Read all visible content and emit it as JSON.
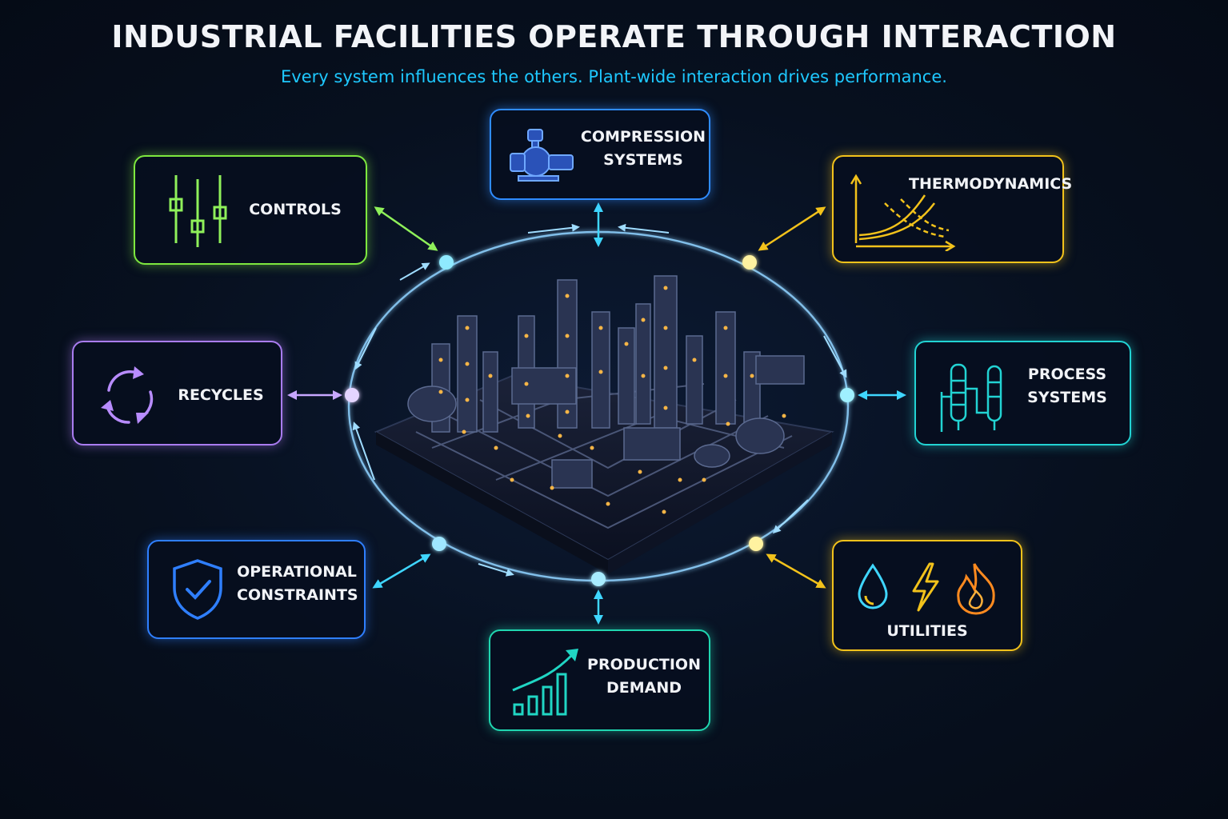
{
  "header": {
    "title": "INDUSTRIAL FACILITIES OPERATE THROUGH INTERACTION",
    "subtitle": "Every system influences the others.  Plant-wide interaction drives performance."
  },
  "nodes": {
    "compression": {
      "label": "COMPRESSION\nSYSTEMS",
      "color": "#2f8cff",
      "icon": "compressor-icon"
    },
    "controls": {
      "label": "CONTROLS",
      "color": "#7ee83f",
      "icon": "sliders-icon"
    },
    "thermodynamics": {
      "label": "THERMODYNAMICS",
      "color": "#f2c21b",
      "icon": "curves-graph-icon"
    },
    "recycles": {
      "label": "RECYCLES",
      "color": "#a97cf0",
      "icon": "recycle-arrows-icon"
    },
    "process": {
      "label": "PROCESS\nSYSTEMS",
      "color": "#22d3d3",
      "icon": "distillation-columns-icon"
    },
    "constraints": {
      "label": "OPERATIONAL\nCONSTRAINTS",
      "color": "#2f7fff",
      "icon": "shield-check-icon"
    },
    "utilities": {
      "label": "UTILITIES",
      "color": "#f2c21b",
      "icon": "water-power-fire-icon"
    },
    "production": {
      "label": "PRODUCTION\nDEMAND",
      "color": "#20d6b0",
      "icon": "growth-chart-icon"
    }
  },
  "center": {
    "icon": "industrial-plant-icon"
  }
}
